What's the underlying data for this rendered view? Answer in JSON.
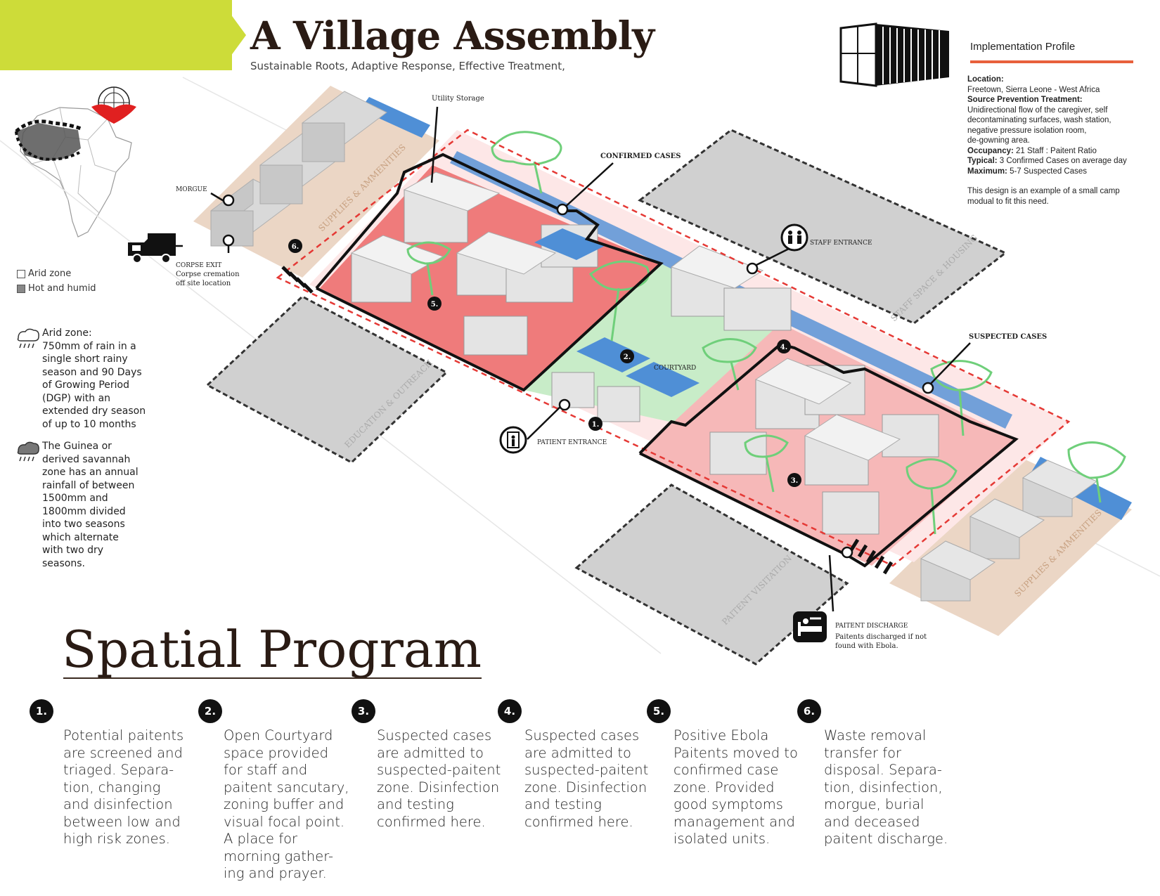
{
  "header": {
    "title": "A Village Assembly",
    "subtitle": "Sustainable Roots, Adaptive Response, Effective Treatment,"
  },
  "profile": {
    "heading": "Implementation Profile",
    "lines": [
      {
        "bold": "Location:",
        "text": ""
      },
      {
        "bold": "",
        "text": "Freetown, Sierra Leone - West Africa"
      },
      {
        "bold": "Source Prevention Treatment:",
        "text": ""
      },
      {
        "bold": "",
        "text": "Unidirectional flow of the caregiver, self"
      },
      {
        "bold": "",
        "text": "decontaminating surfaces, wash station,"
      },
      {
        "bold": "",
        "text": "negative pressure isolation room,"
      },
      {
        "bold": "",
        "text": "de-gowning area."
      },
      {
        "bold": " Occupancy:",
        "text": " 21 Staff : Paitent Ratio"
      },
      {
        "bold": "Typical:",
        "text": " 3 Confirmed Cases on average day"
      },
      {
        "bold": "Maximum:",
        "text": " 5-7 Suspected Cases"
      }
    ],
    "note": [
      "This design is an example of a small camp",
      "modual to fit this need."
    ]
  },
  "legend": {
    "arid": "Arid zone",
    "humid": "Hot and humid"
  },
  "climate": {
    "arid_lines": [
      "Arid zone:",
      "750mm of rain in a",
      "single short rainy",
      "season and 90 Days",
      "of Growing Period",
      "(DGP) with an",
      "extended dry season",
      "of up to 10 months"
    ],
    "humid_lines": [
      "The Guinea or",
      "derived savannah",
      "zone has an annual",
      "rainfall of between",
      "1500mm and",
      "1800mm divided",
      "into two seasons",
      "which alternate",
      "with two dry",
      "seasons."
    ]
  },
  "plan_labels": {
    "utility_storage": "Utility Storage",
    "confirmed_cases": "CONFIRMED CASES",
    "morgue": "MORGUE",
    "corpse_exit": [
      "CORPSE EXIT",
      "Corpse cremation",
      "off site location"
    ],
    "staff_entrance": "STAFF ENTRANCE",
    "suspected_cases": "SUSPECTED CASES",
    "courtyard": "COURTYARD",
    "patient_entrance": "PATIENT ENTRANCE",
    "patient_discharge": [
      "PAITENT DISCHARGE",
      "Paitents discharged if not",
      "found with Ebola."
    ],
    "supplies_top": "SUPPLIES & AMMENITIES",
    "supplies_bottom": "SUPPLIES & AMMENITIES",
    "staff_housing": "STAFF SPACE & HOUSING",
    "education": "EDUCATION & OUTREACH",
    "visitation": "PAITENT VISITATION",
    "markers": [
      "1.",
      "2.",
      "3.",
      "4.",
      "5.",
      "6."
    ]
  },
  "program": {
    "title": "Spatial Program",
    "items": [
      {
        "num": "1.",
        "lines": [
          "Potential paitents",
          "are screened and",
          "triaged. Separa-",
          "tion, changing",
          "and disinfection",
          "between low and",
          "high risk zones."
        ]
      },
      {
        "num": "2.",
        "lines": [
          "Open Courtyard",
          "space provided",
          "for staff and",
          "paitent sancutary,",
          "zoning buffer and",
          "visual focal point.",
          "A place for",
          "morning gather-",
          "ing and prayer."
        ]
      },
      {
        "num": "3.",
        "lines": [
          "Suspected cases",
          "are admitted to",
          "suspected-paitent",
          "zone. Disinfection",
          "and testing",
          "confirmed here."
        ]
      },
      {
        "num": "4.",
        "lines": [
          "Suspected cases",
          "are admitted to",
          "suspected-paitent",
          "zone. Disinfection",
          "and testing",
          "confirmed here."
        ]
      },
      {
        "num": "5.",
        "lines": [
          "Positive Ebola",
          "Paitents moved to",
          "confirmed case",
          "zone. Provided",
          "good symptoms",
          "management and",
          "isolated units."
        ]
      },
      {
        "num": "6.",
        "lines": [
          "Waste removal",
          "transfer for",
          "disposal. Separa-",
          "tion, disinfection,",
          "morgue, burial",
          "and deceased",
          "paitent discharge."
        ]
      }
    ]
  },
  "colors": {
    "banner": "#cddc39",
    "confirmed_zone": "#ef7b7b",
    "suspected_zone": "#f6b8b8",
    "courtyard": "#c8ecc8",
    "accent_rule": "#e8603c",
    "tree": "#6fcf7a",
    "water": "#4f8fd6"
  }
}
